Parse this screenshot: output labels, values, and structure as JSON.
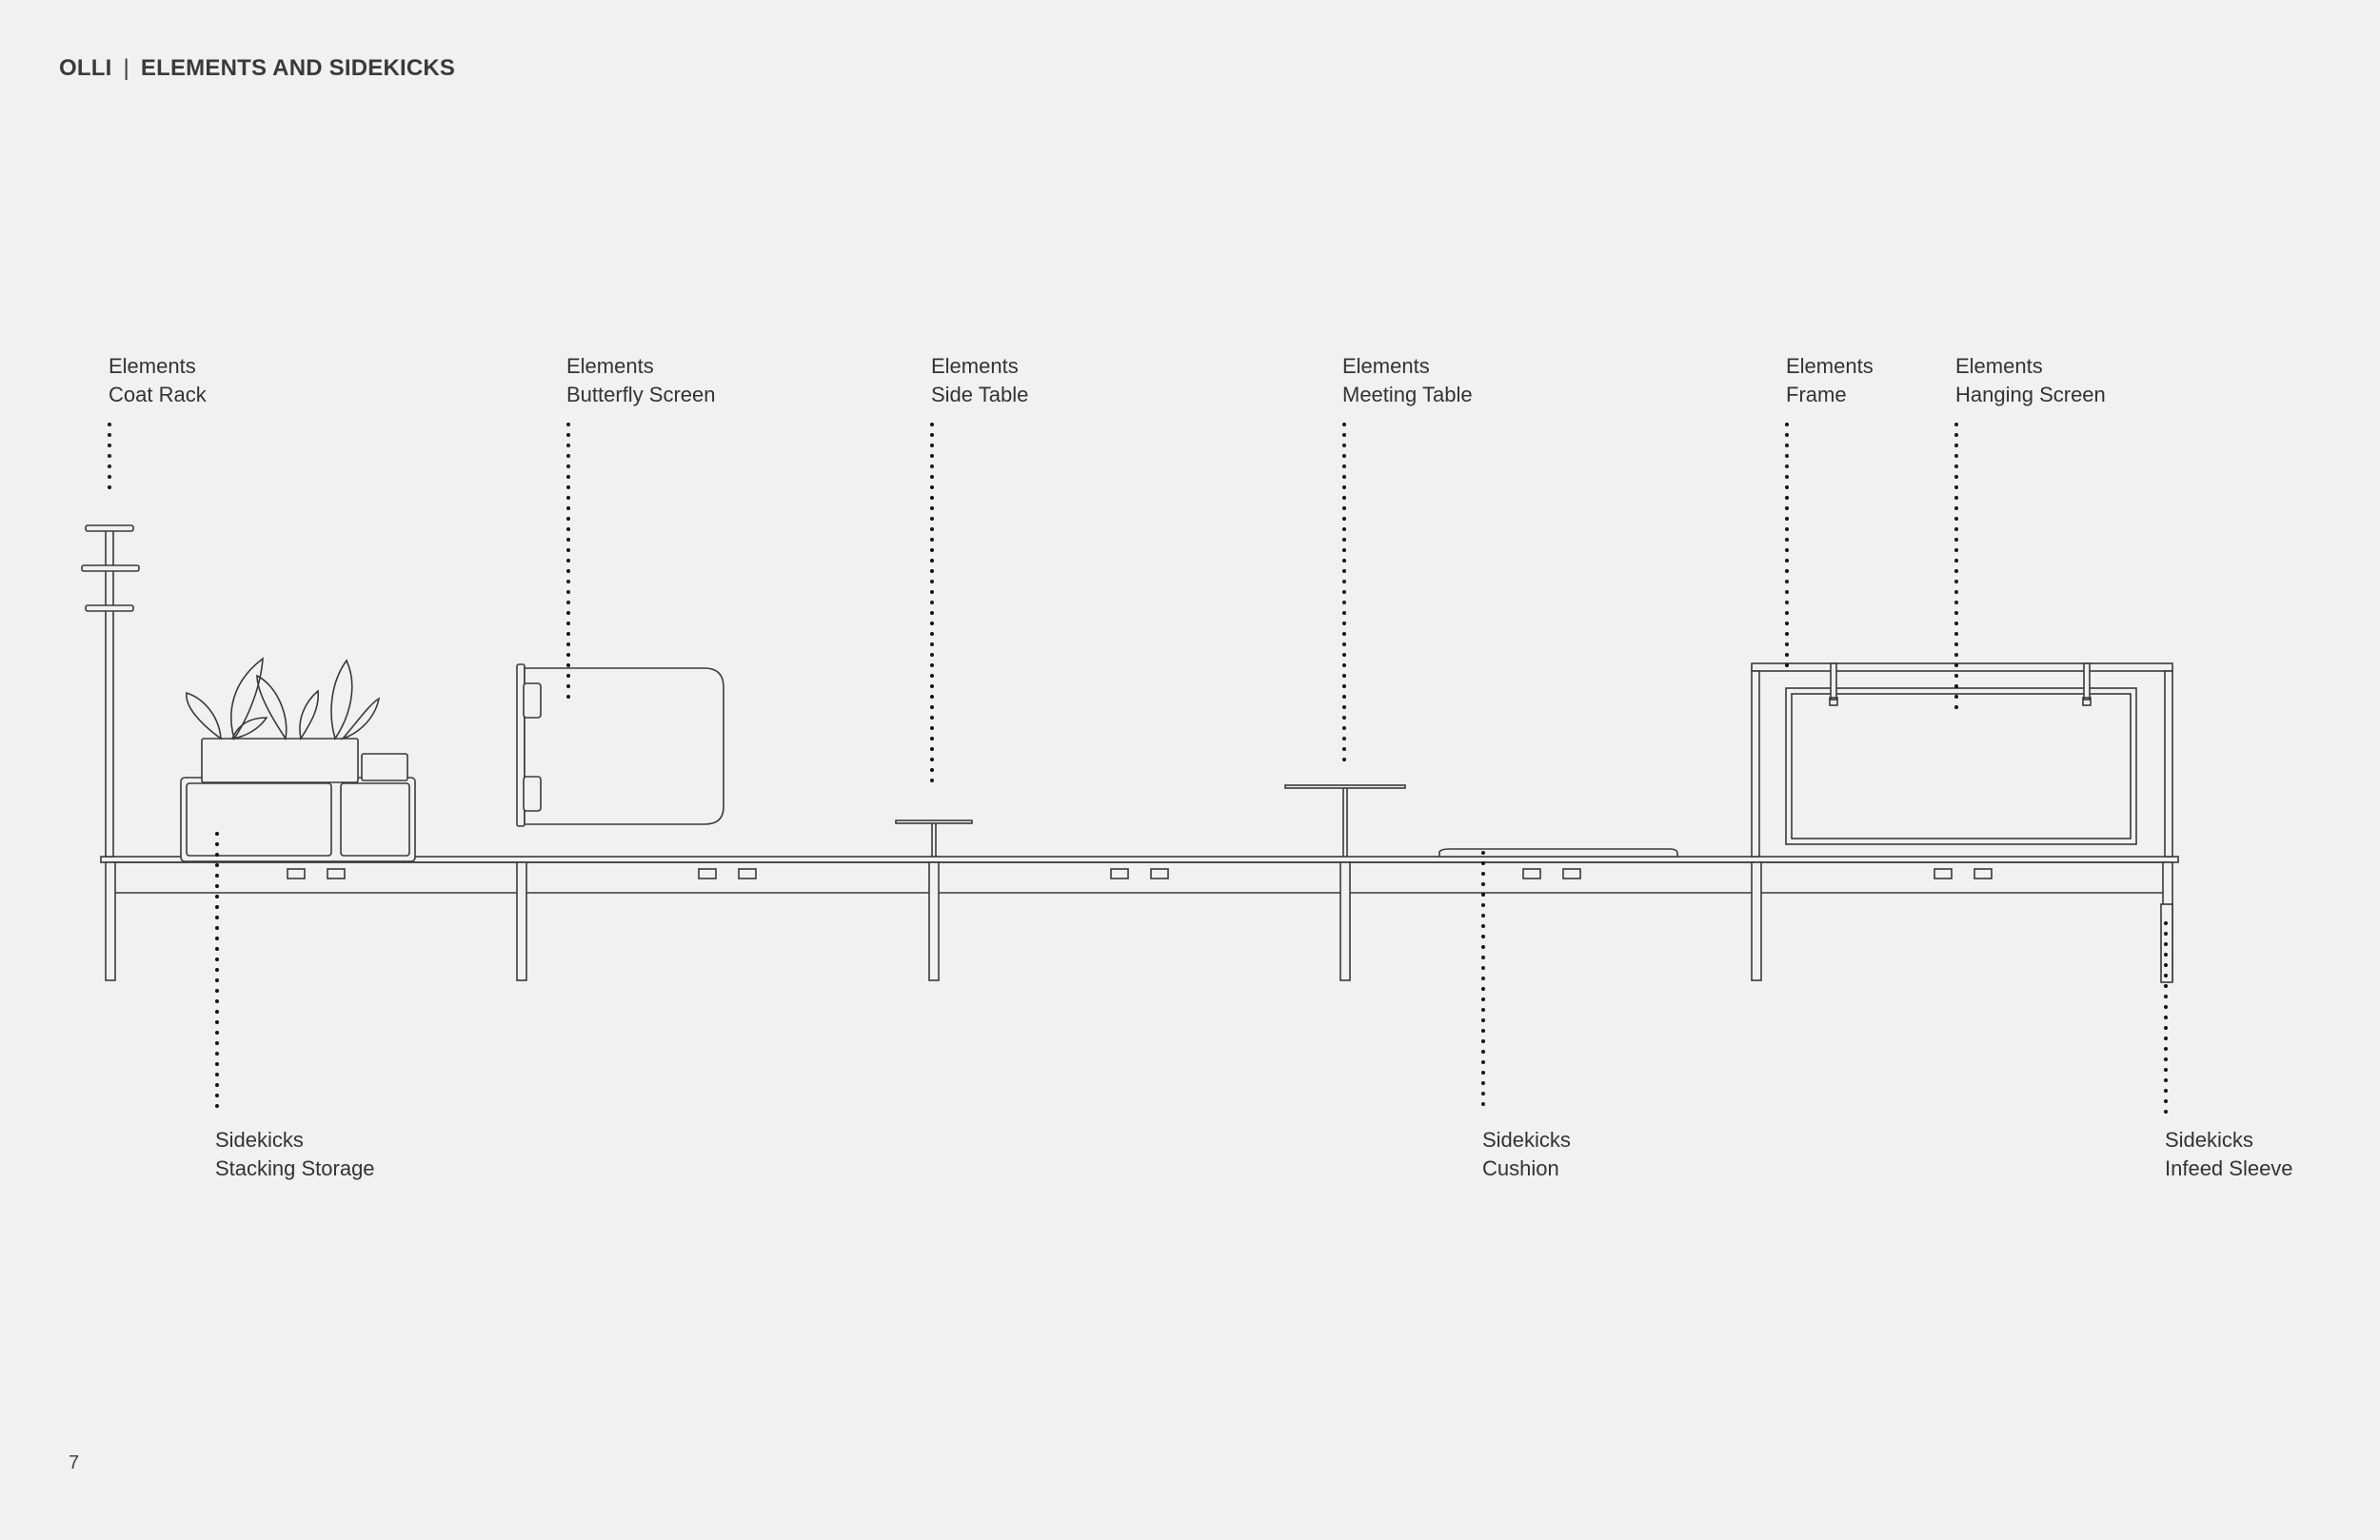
{
  "header": {
    "brand": "OLLI",
    "separator": "|",
    "title": "ELEMENTS AND SIDEKICKS"
  },
  "callouts": {
    "coat_rack": {
      "category": "Elements",
      "name": "Coat Rack"
    },
    "butterfly_screen": {
      "category": "Elements",
      "name": "Butterfly Screen"
    },
    "side_table": {
      "category": "Elements",
      "name": "Side Table"
    },
    "meeting_table": {
      "category": "Elements",
      "name": "Meeting Table"
    },
    "frame": {
      "category": "Elements",
      "name": "Frame"
    },
    "hanging_screen": {
      "category": "Elements",
      "name": "Hanging Screen"
    },
    "stacking_storage": {
      "category": "Sidekicks",
      "name": "Stacking Storage"
    },
    "cushion": {
      "category": "Sidekicks",
      "name": "Cushion"
    },
    "infeed_sleeve": {
      "category": "Sidekicks",
      "name": "Infeed Sleeve"
    }
  },
  "page_number": "7",
  "colors": {
    "background": "#f1f1f1",
    "line": "#3a3a3a",
    "text": "#333333"
  }
}
